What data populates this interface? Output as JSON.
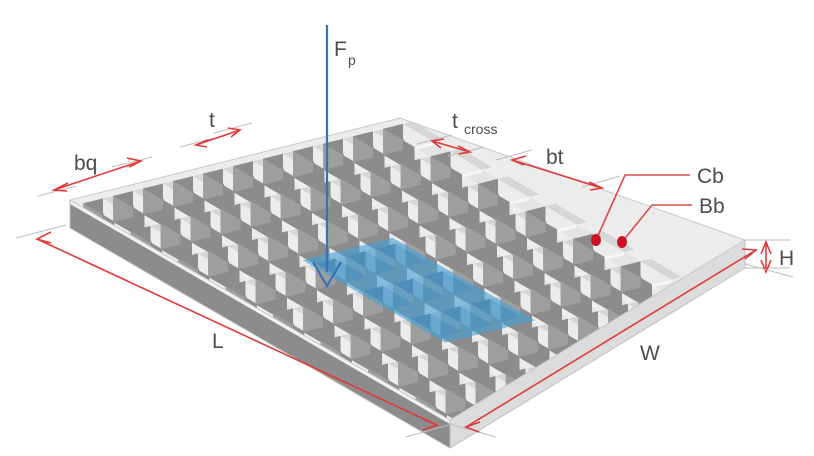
{
  "diagram": {
    "title": "Isometric grating plate with point load",
    "labels": {
      "force": "F",
      "force_sub": "p",
      "bearing_bar_pitch": "t",
      "cross_bar_pitch": "t",
      "cross_bar_pitch_sub": "cross",
      "clear_opening_q": "bq",
      "clear_opening_t": "bt",
      "cross_bar": "Cb",
      "bearing_bar": "Bb",
      "height": "H",
      "length": "L",
      "width": "W"
    },
    "colors": {
      "dimension_red": "#e03a3a",
      "leader_red": "#d94a4a",
      "dot_red": "#cc1122",
      "force_blue": "#3a6fb5",
      "load_patch_blue": "#5cb3e0",
      "top_face": "#e9e9e9",
      "bar_top": "#d6d6d6",
      "cell_inner": "#8c8c8c",
      "cell_shadow": "#9e9e9e",
      "side_face": "#8f8f8f",
      "front_face": "#e0e0e0",
      "text_gray": "#4d4d4d"
    },
    "grid": {
      "columns": 11,
      "rows": 8,
      "loaded_cells_columns": 3,
      "loaded_cells_rows": 3
    }
  }
}
